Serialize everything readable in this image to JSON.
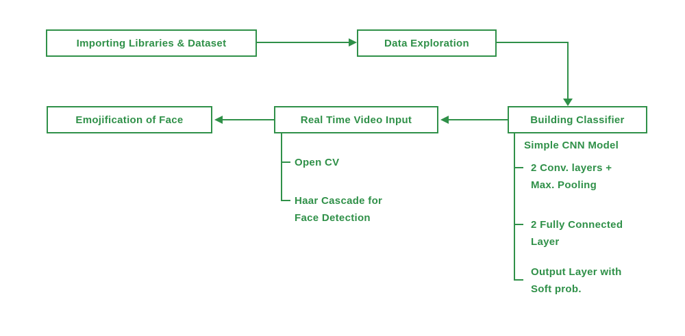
{
  "diagram": {
    "accent_color": "#2f9048",
    "background_color": "#ffffff",
    "boxes": {
      "importing": "Importing Libraries & Dataset",
      "data_exploration": "Data Exploration",
      "building_classifier": "Building Classifier",
      "real_time_video": "Real Time Video Input",
      "emojification": "Emojification of Face"
    },
    "video_branch": {
      "items": [
        {
          "line1": "Open CV",
          "line2": ""
        },
        {
          "line1": "Haar Cascade for",
          "line2": "Face Detection"
        }
      ]
    },
    "classifier_branch": {
      "header": "Simple CNN Model",
      "items": [
        {
          "line1": "2 Conv. layers +",
          "line2": "Max. Pooling"
        },
        {
          "line1": "2 Fully Connected",
          "line2": "Layer"
        },
        {
          "line1": "Output Layer with",
          "line2": "Soft prob."
        }
      ]
    }
  }
}
